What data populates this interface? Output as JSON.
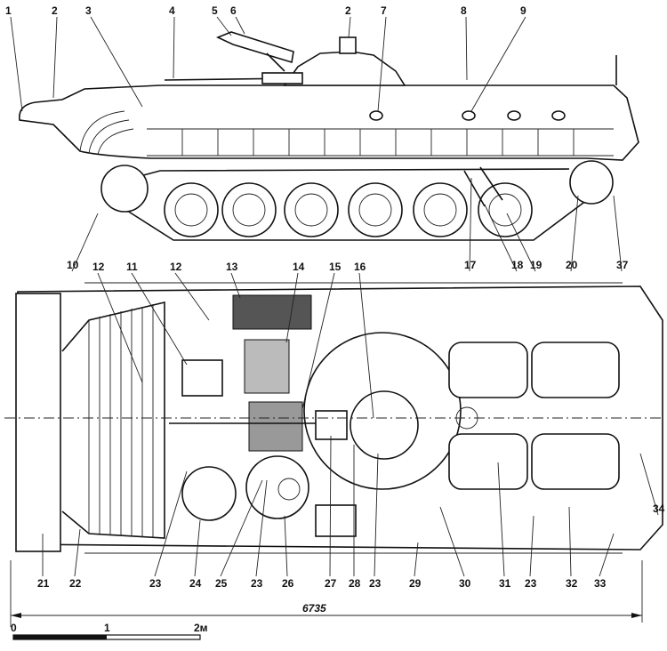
{
  "title": "Side and plan view drawing of tracked infantry fighting vehicle with numbered callouts",
  "side_view_labels": [
    "1",
    "2",
    "3",
    "4",
    "5",
    "6",
    "2",
    "7",
    "8",
    "9",
    "10",
    "17",
    "18",
    "19",
    "20",
    "37"
  ],
  "plan_view_labels_top": [
    "12",
    "11",
    "12",
    "13",
    "14",
    "15",
    "16"
  ],
  "plan_view_labels_bottom": [
    "21",
    "22",
    "23",
    "24",
    "25",
    "23",
    "26",
    "27",
    "28",
    "23",
    "29",
    "30",
    "31",
    "23",
    "32",
    "33"
  ],
  "plan_view_label_right": "34",
  "dimension": {
    "length_value": "6735"
  },
  "scale_bar": {
    "ticks": [
      "0",
      "1",
      "2м"
    ]
  },
  "colors": {
    "ink": "#111111",
    "paper": "#ffffff"
  }
}
